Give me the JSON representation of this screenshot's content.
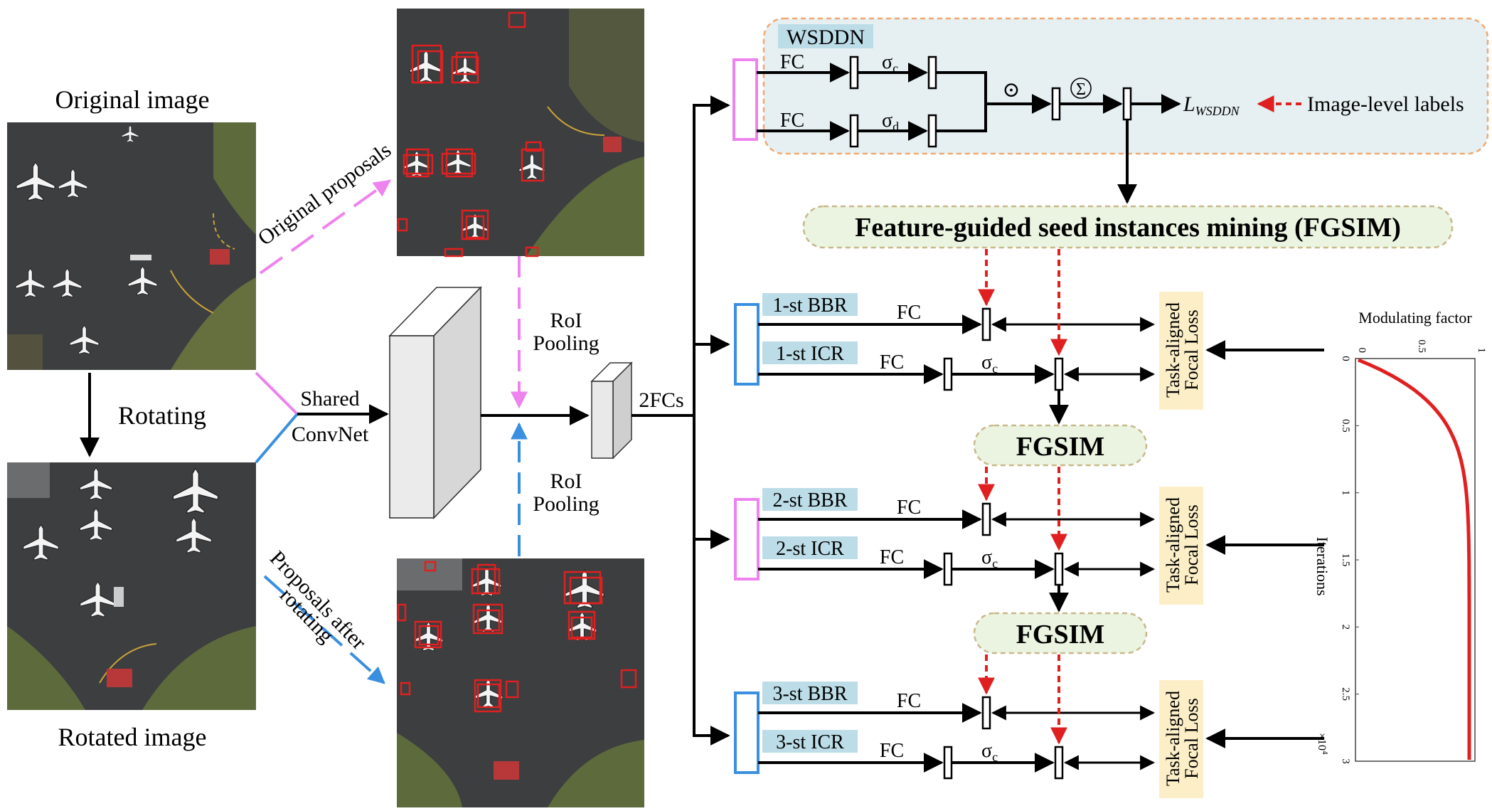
{
  "labels": {
    "original_image": "Original image",
    "rotated_image": "Rotated image",
    "rotating": "Rotating",
    "original_proposals": "Original proposals",
    "proposals_after_rotating_1": "Proposals after",
    "proposals_after_rotating_2": "rotating",
    "shared_1": "Shared",
    "shared_2": "ConvNet",
    "roi_top_1": "RoI",
    "roi_top_2": "Pooling",
    "roi_bot_1": "RoI",
    "roi_bot_2": "Pooling",
    "two_fcs": "2FCs"
  },
  "wsddn": {
    "title": "WSDDN",
    "fc_top": "FC",
    "fc_bot": "FC",
    "sigma_c": "σ",
    "sigma_c_sub": "c",
    "sigma_d": "σ",
    "sigma_d_sub": "d",
    "odot": "⊙",
    "sum": "Σ",
    "loss": "L",
    "loss_sub": "WSDDN",
    "image_labels": "Image-level labels"
  },
  "fgsim": {
    "main": "Feature-guided seed instances mining (FGSIM)",
    "short": "FGSIM"
  },
  "stages": [
    {
      "bbr": "1-st BBR",
      "icr": "1-st ICR",
      "fc_bbr": "FC",
      "fc_icr": "FC",
      "sigma": "σ",
      "sigma_sub": "c",
      "loss_1": "Task-aligned",
      "loss_2": "Focal Loss",
      "bracket": "blue"
    },
    {
      "bbr": "2-st BBR",
      "icr": "2-st ICR",
      "fc_bbr": "FC",
      "fc_icr": "FC",
      "sigma": "σ",
      "sigma_sub": "c",
      "loss_1": "Task-aligned",
      "loss_2": "Focal Loss",
      "bracket": "pink"
    },
    {
      "bbr": "3-st BBR",
      "icr": "3-st ICR",
      "fc_bbr": "FC",
      "fc_icr": "FC",
      "sigma": "σ",
      "sigma_sub": "c",
      "loss_1": "Task-aligned",
      "loss_2": "Focal Loss",
      "bracket": "blue"
    }
  ],
  "plot": {
    "title": "Modulating factor",
    "ylabel": "Iterations",
    "x_ticks": [
      "0",
      "0.5",
      "1"
    ],
    "y_ticks": [
      "0",
      "0.5",
      "1",
      "1.5",
      "2",
      "2.5",
      "3"
    ],
    "y_scale_label": "×10",
    "y_scale_exp": "4"
  },
  "colors": {
    "pink": "#ee82ee",
    "blue": "#3a8fe0",
    "red": "#e02020",
    "label_bg": "#bcdde8",
    "loss_bg": "#fcefc8",
    "wsddn_bg": "#e6eff2",
    "fgsim_bg": "#eaf4e0",
    "aerial": "#3d3e40",
    "grass": "#5d6a3c"
  }
}
